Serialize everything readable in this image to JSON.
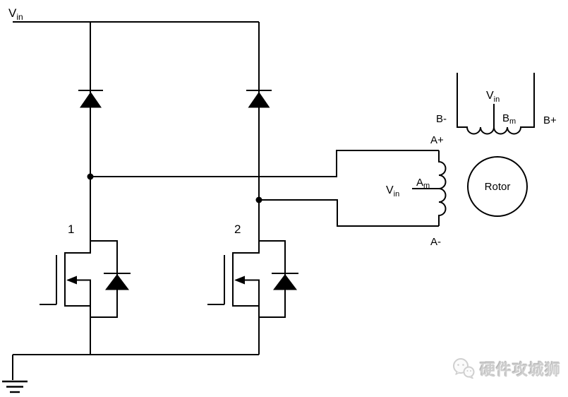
{
  "colors": {
    "line": "#000000",
    "background": "#ffffff",
    "watermark": "#cecece"
  },
  "power": {
    "rail_label_base": "V",
    "rail_label_sub": "in"
  },
  "bridge": {
    "switch1_label": "1",
    "switch2_label": "2"
  },
  "winding_a": {
    "top_terminal": "A+",
    "bottom_terminal": "A-",
    "center_tap_base": "A",
    "center_tap_sub": "m",
    "supply_base": "V",
    "supply_sub": "in"
  },
  "winding_b": {
    "left_terminal": "B-",
    "right_terminal": "B+",
    "center_tap_base": "B",
    "center_tap_sub": "m",
    "supply_base": "V",
    "supply_sub": "in"
  },
  "rotor": {
    "label": "Rotor"
  },
  "watermark": {
    "text": "硬件攻城狮",
    "logo": "wechat-icon"
  }
}
